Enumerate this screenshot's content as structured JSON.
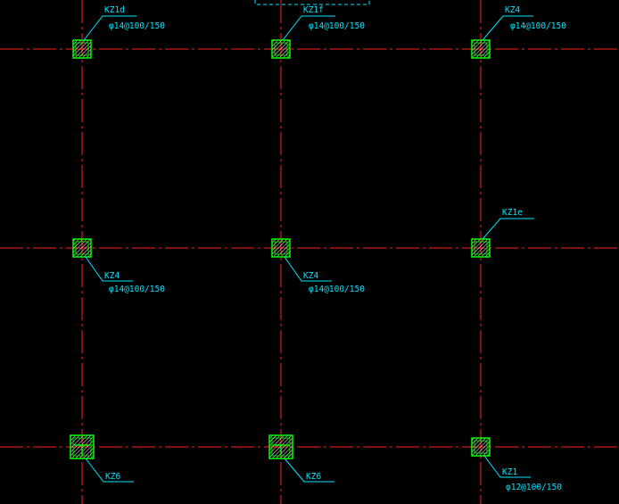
{
  "colors": {
    "background": "#000000",
    "axis": "#ff2020",
    "column_outline": "#00ff00",
    "hatch": "#ffffff",
    "annotation": "#00e5ff",
    "dashed_box": "#00e5ff"
  },
  "columns": [
    {
      "id": "c-0-0",
      "grid": [
        0,
        0
      ],
      "name": "KZ1d",
      "rebar": "φ14@100/150",
      "size": "small"
    },
    {
      "id": "c-1-0",
      "grid": [
        1,
        0
      ],
      "name": "KZ1f",
      "rebar": "φ14@100/150",
      "size": "small"
    },
    {
      "id": "c-2-0",
      "grid": [
        2,
        0
      ],
      "name": "KZ4",
      "rebar": "φ14@100/150",
      "size": "small"
    },
    {
      "id": "c-0-1",
      "grid": [
        0,
        1
      ],
      "name": "KZ4",
      "rebar": "φ14@100/150",
      "size": "small"
    },
    {
      "id": "c-1-1",
      "grid": [
        1,
        1
      ],
      "name": "KZ4",
      "rebar": "φ14@100/150",
      "size": "small"
    },
    {
      "id": "c-2-1",
      "grid": [
        2,
        1
      ],
      "name": "KZ1e",
      "rebar": "",
      "size": "small"
    },
    {
      "id": "c-0-2",
      "grid": [
        0,
        2
      ],
      "name": "KZ6",
      "rebar": "",
      "size": "large"
    },
    {
      "id": "c-1-2",
      "grid": [
        1,
        2
      ],
      "name": "KZ6",
      "rebar": "",
      "size": "large"
    },
    {
      "id": "c-2-2",
      "grid": [
        2,
        2
      ],
      "name": "KZ1",
      "rebar": "φ12@100/150",
      "size": "small"
    }
  ]
}
